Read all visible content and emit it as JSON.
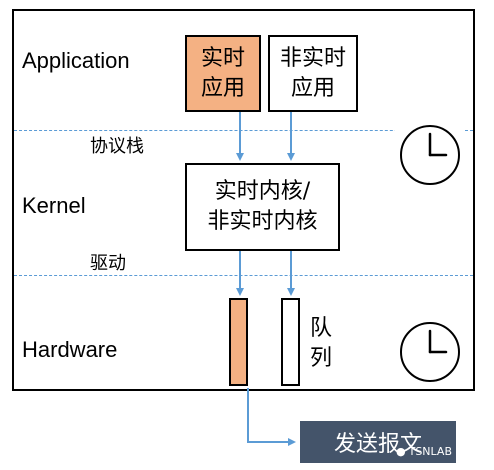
{
  "layers": {
    "application": "Application",
    "kernel": "Kernel",
    "hardware": "Hardware"
  },
  "interface_labels": {
    "protocol_stack": "协议栈",
    "driver": "驱动"
  },
  "app_boxes": {
    "realtime": [
      "实时",
      "应用"
    ],
    "non_realtime": [
      "非实时",
      "应用"
    ]
  },
  "kernel_box": [
    "实时内核/",
    "非实时内核"
  ],
  "queue_label": [
    "队",
    "列"
  ],
  "output": "发送报文",
  "watermark": "TSNLAB",
  "colors": {
    "realtime": "#f4b183",
    "dashed_line": "#5b9bd5",
    "arrow": "#5b9bd5",
    "output_box": "#44546a"
  },
  "icons": [
    "clock-icon",
    "clock-icon"
  ]
}
